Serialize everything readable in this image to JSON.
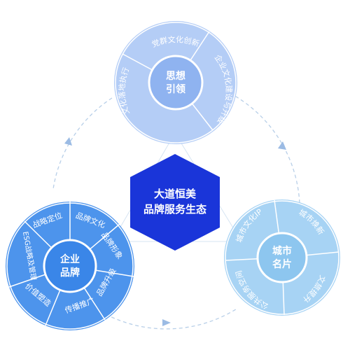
{
  "center": {
    "line1": "大道恒美",
    "line2": "品牌服务生态",
    "color": "#1a35d9"
  },
  "colors": {
    "top_ring": "#a9c6f5",
    "top_hub": "#8fb3f0",
    "left_ring": "#4d94ec",
    "left_hub": "#3a86e8",
    "right_ring": "#9fd0f2",
    "right_hub": "#8dc6ef",
    "connector": "#b8cfe8",
    "triangle": "#d6e4f2"
  },
  "nodes": {
    "top": {
      "hub_line1": "思想",
      "hub_line2": "引领",
      "segments": [
        "党群文化创新",
        "企业文化建设与升级",
        "文化落地执行"
      ]
    },
    "left": {
      "hub_line1": "企业",
      "hub_line2": "品牌",
      "segments": [
        "战略定位",
        "品牌文化",
        "品牌形象",
        "品牌升级",
        "传播推广",
        "价值塑造",
        "ESG战略及管理"
      ]
    },
    "right": {
      "hub_line1": "城市",
      "hub_line2": "名片",
      "segments": [
        "城市文化IP",
        "城市焕新",
        "文旅提升",
        "公共服务空间"
      ]
    }
  }
}
